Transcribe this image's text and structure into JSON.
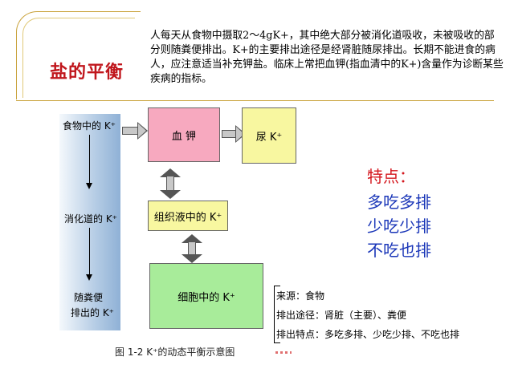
{
  "header": {
    "title": "盐的平衡",
    "intro": "人每天从食物中摄取2～4gK+，其中绝大部分被消化道吸收，未被吸收的部分则随粪便排出。K+的主要排出途径是经肾脏随尿排出。长期不能进食的病人，应注意适当补充钾盐。临床上常把血钾(指血清中的K+)含量作为诊断某些疾病的指标。"
  },
  "diagram": {
    "left_labels": {
      "food": "食物中的 K⁺",
      "gut": "消化道的 K⁺",
      "feces_1": "随粪便",
      "feces_2": "排出的 K⁺"
    },
    "boxes": {
      "blood": "血  钾",
      "urine": "尿  K⁺",
      "tissue": "组织液中的 K⁺",
      "cell": "细胞中的 K⁺"
    },
    "colors": {
      "blood": "#f7a9bf",
      "urine": "#f8f7a0",
      "tissue": "#f8f7a0",
      "cell": "#a8ec9a"
    },
    "caption": "图 1-2  K⁺的动态平衡示意图"
  },
  "features": {
    "heading": "特点：",
    "lines": [
      "多吃多排",
      "少吃少排",
      "不吃也排"
    ]
  },
  "info": {
    "source": "来源：食物",
    "route": "排出途径：肾脏（主要）、粪便",
    "trait": "排出特点：多吃多排、少吃少排、不吃也排"
  }
}
